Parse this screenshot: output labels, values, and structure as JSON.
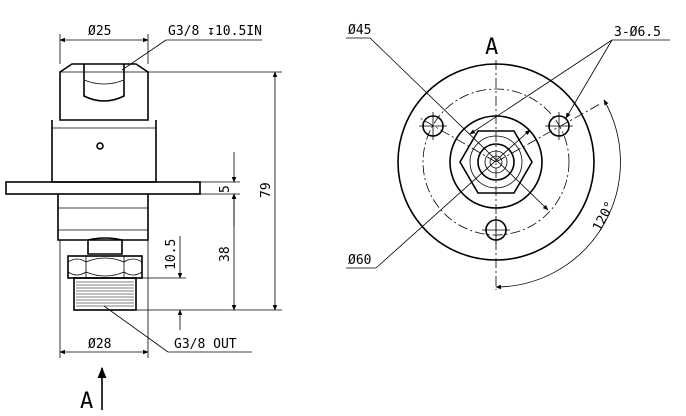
{
  "drawing": {
    "side_view": {
      "top_diameter": "Ø25",
      "inlet_thread": "G3/8 ↧10.5IN",
      "outlet_diameter": "Ø28",
      "outlet_thread": "G3/8 OUT",
      "total_height": "79",
      "flange_thickness": "5",
      "lower_height": "38",
      "thread_length": "10.5",
      "view_arrow_label": "A"
    },
    "view_a": {
      "title": "A",
      "pitch_circle": "Ø45",
      "hole_callout": "3-Ø6.5",
      "flange_diameter": "Ø60",
      "hole_angle": "120°"
    }
  }
}
